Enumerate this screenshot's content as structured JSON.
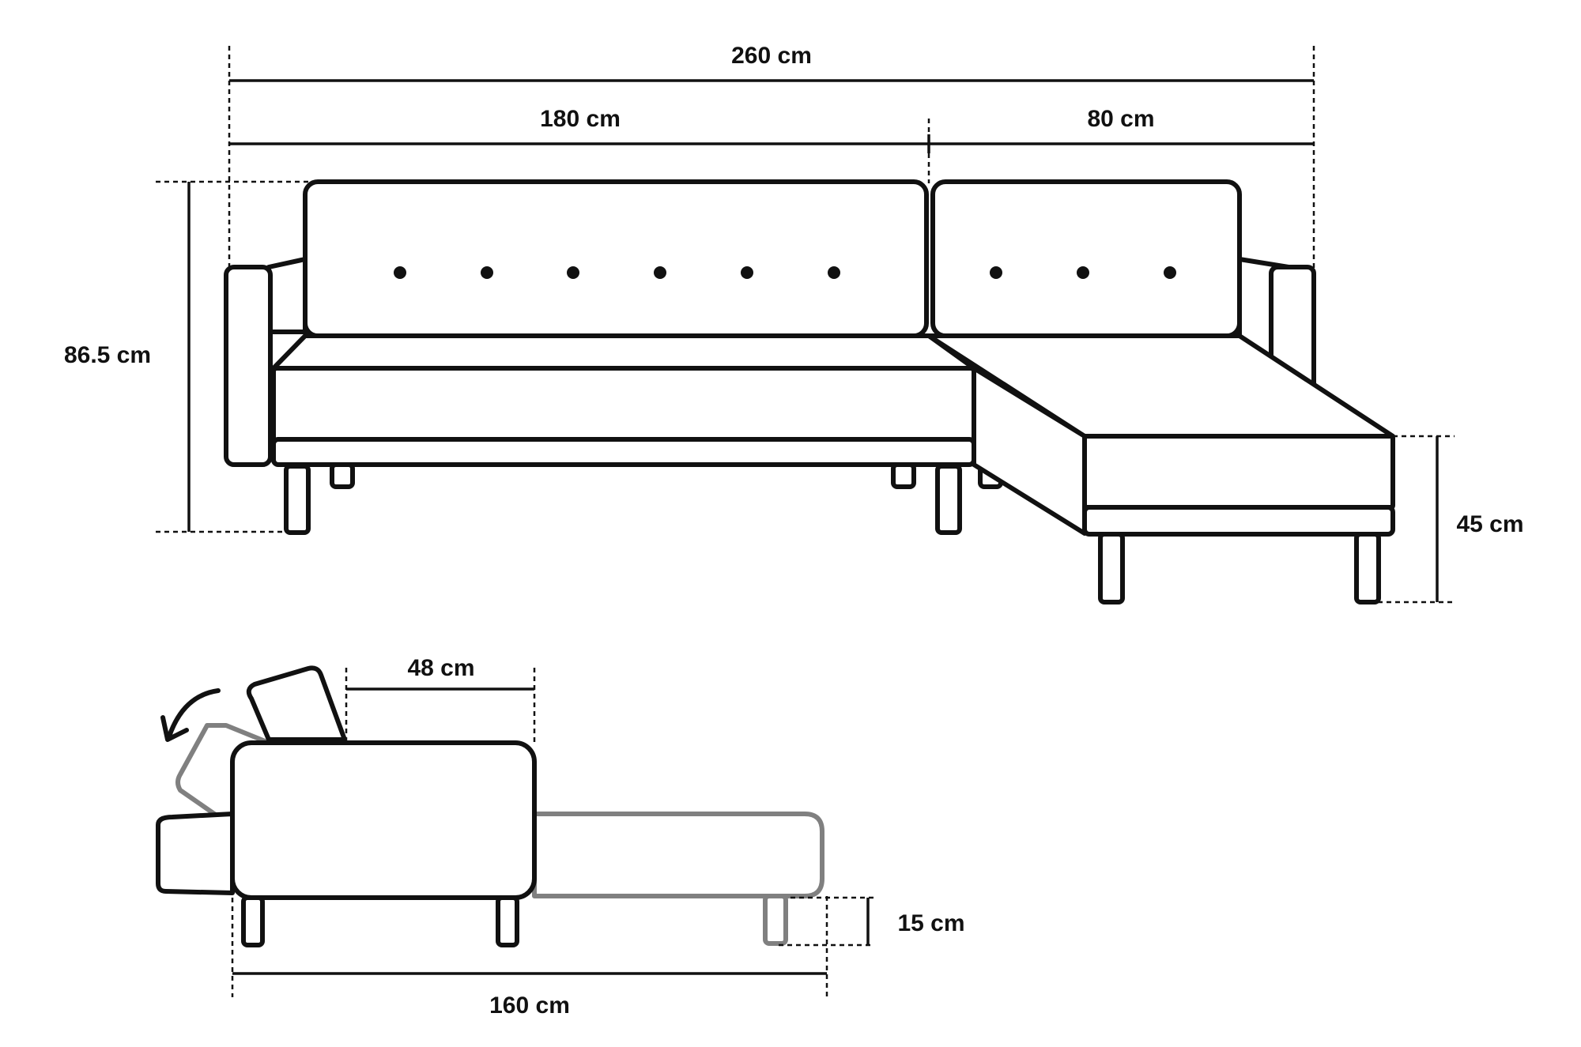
{
  "dimensions": {
    "total_width": "260 cm",
    "sofa_width": "180 cm",
    "chaise_width": "80 cm",
    "height": "86.5 cm",
    "seat_height": "45 cm",
    "seat_depth": "48 cm",
    "bed_length": "160 cm",
    "bed_leg_height": "15 cm"
  },
  "colors": {
    "line": "#111111",
    "ghost_line": "#808080",
    "background": "#ffffff"
  }
}
